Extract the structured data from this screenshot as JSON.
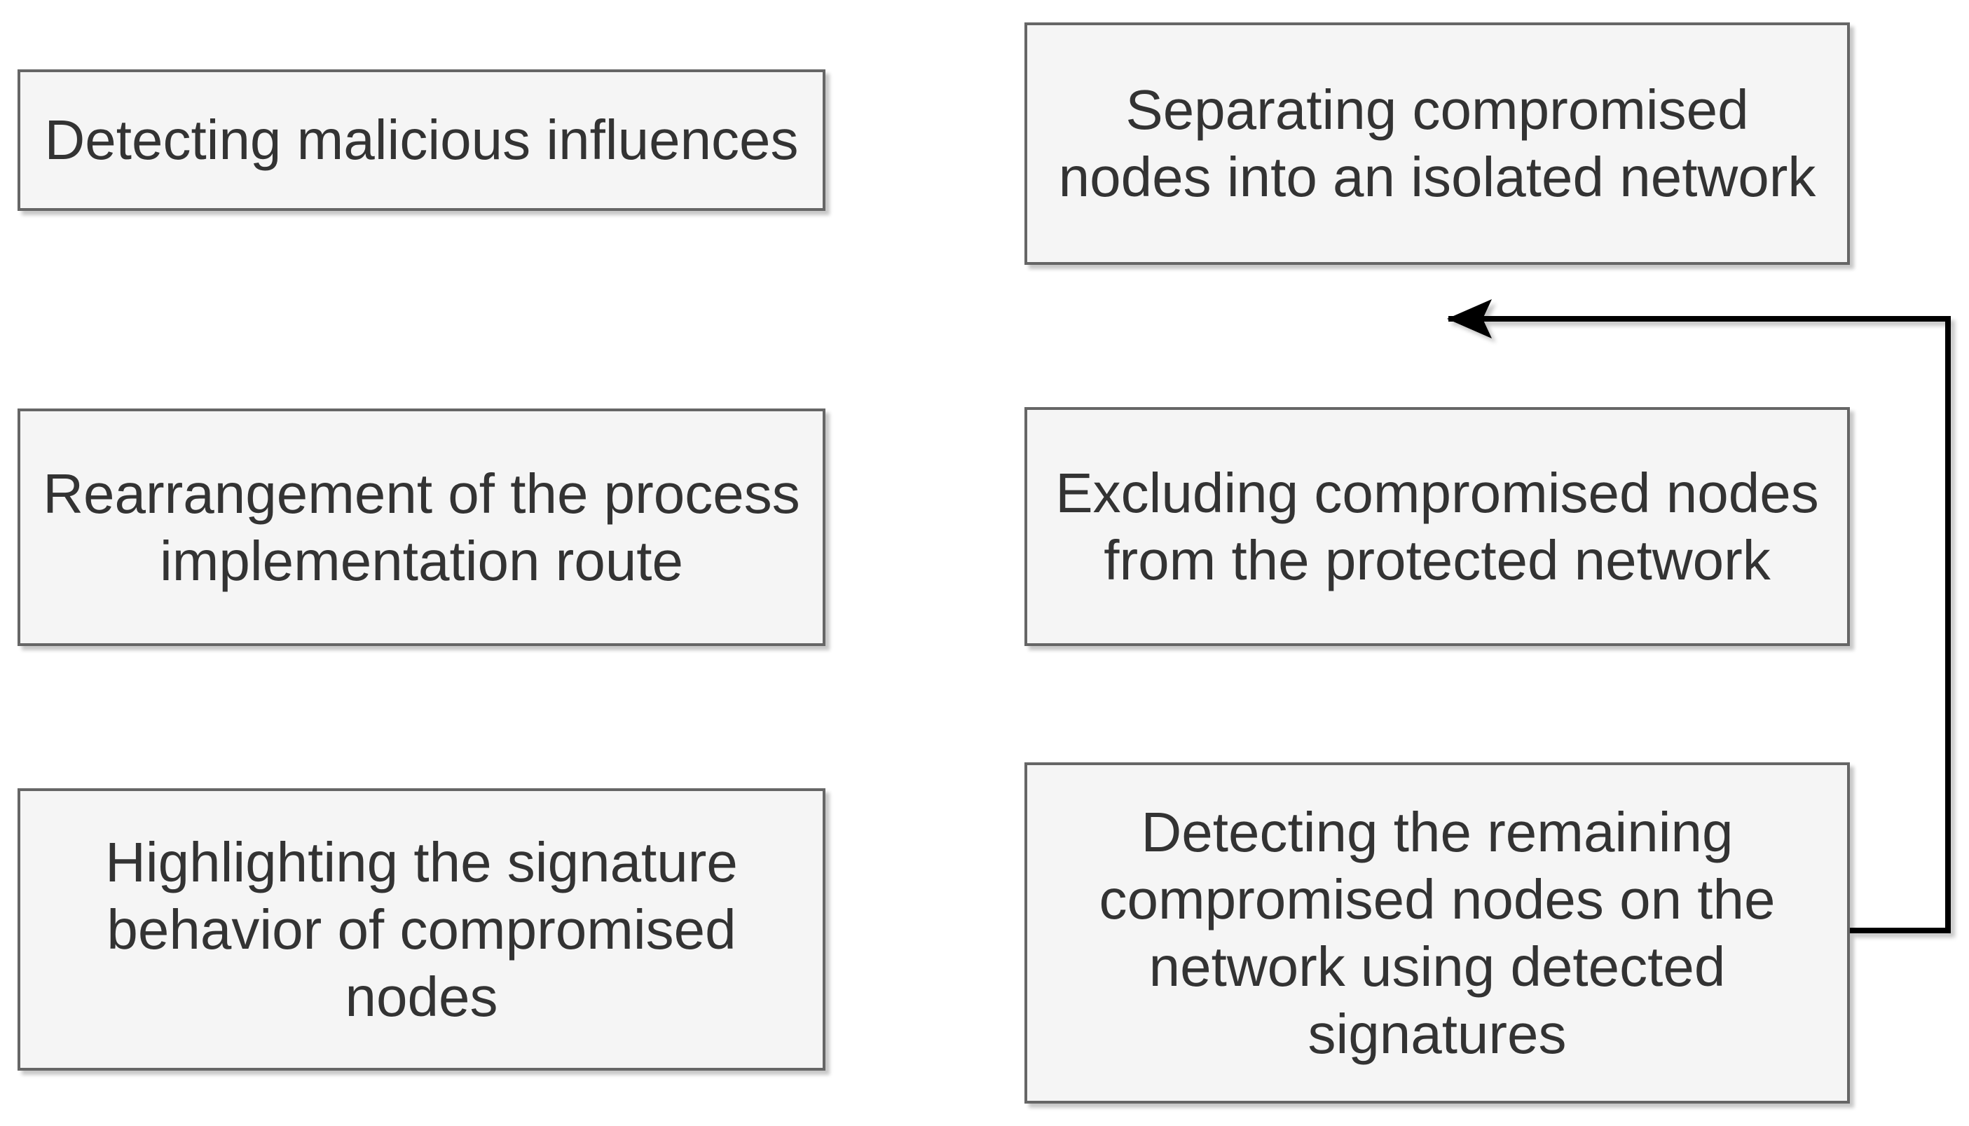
{
  "diagram": {
    "type": "flowchart",
    "background_color": "#ffffff",
    "colors": {
      "node_fill": "#f5f5f5",
      "node_border": "#666666",
      "node_text": "#333333",
      "arrow": "#000000"
    },
    "nodes": [
      {
        "id": "detect-influences",
        "label": "Detecting malicious influences"
      },
      {
        "id": "separate-nodes",
        "label": "Separating compromised nodes into an isolated network"
      },
      {
        "id": "rearrange-route",
        "label": "Rearrangement of the process implementation route"
      },
      {
        "id": "exclude-nodes",
        "label": "Excluding compromised nodes from the protected network"
      },
      {
        "id": "highlight-signature",
        "label": "Highlighting the signature behavior of compromised nodes"
      },
      {
        "id": "detect-remaining",
        "label": "Detecting the remaining compromised nodes on the network using detected signatures"
      }
    ],
    "edges": [
      {
        "from": "detect-influences",
        "to": "separate-nodes",
        "direction": "right"
      },
      {
        "from": "separate-nodes",
        "to": "exclude-nodes",
        "direction": "down"
      },
      {
        "from": "exclude-nodes",
        "to": "rearrange-route",
        "direction": "left"
      },
      {
        "from": "rearrange-route",
        "to": "highlight-signature",
        "direction": "down"
      },
      {
        "from": "highlight-signature",
        "to": "detect-remaining",
        "direction": "right"
      },
      {
        "from": "detect-remaining",
        "to": "exclude-nodes",
        "direction": "feedback-loop-right-side",
        "note": "joins the arrow between separate-nodes and exclude-nodes"
      }
    ]
  }
}
